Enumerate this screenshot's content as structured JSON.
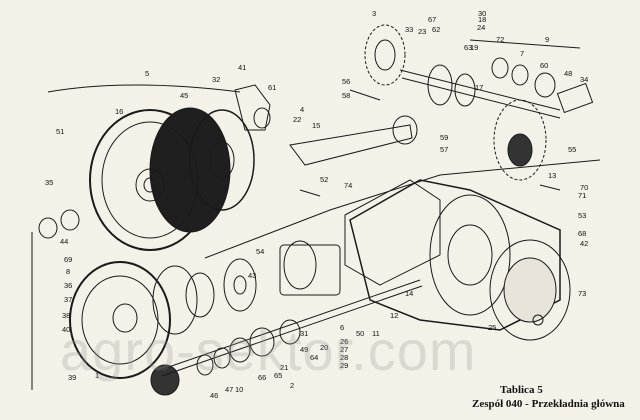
{
  "caption": {
    "title": "Tablica 5",
    "subtitle": "Zespół 040 - Przekładnia główna"
  },
  "watermark": "agro-sektor.com",
  "callouts": [
    "1",
    "2",
    "3",
    "4",
    "5",
    "6",
    "7",
    "8",
    "9",
    "10",
    "11",
    "12",
    "13",
    "14",
    "15",
    "16",
    "17",
    "18",
    "19",
    "20",
    "21",
    "22",
    "23",
    "24",
    "25",
    "26",
    "27",
    "28",
    "29",
    "30",
    "31",
    "32",
    "33",
    "34",
    "35",
    "36",
    "37",
    "38",
    "39",
    "40",
    "41",
    "42",
    "43",
    "44",
    "45",
    "46",
    "47",
    "48",
    "49",
    "50",
    "51",
    "52",
    "53",
    "54",
    "55",
    "56",
    "57",
    "58",
    "59",
    "60",
    "61",
    "62",
    "63",
    "64",
    "65",
    "66",
    "67",
    "68",
    "69",
    "70",
    "71",
    "72",
    "73",
    "74"
  ]
}
